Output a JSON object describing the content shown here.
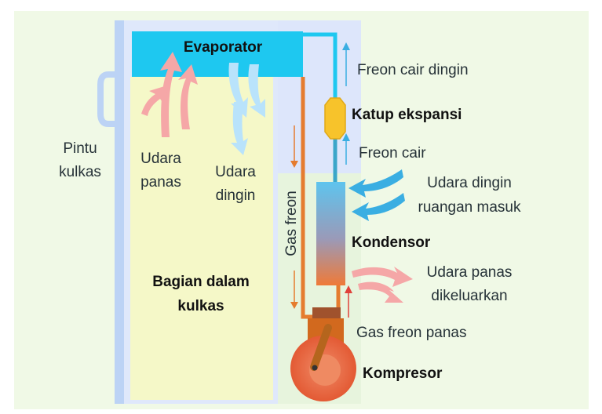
{
  "labels": {
    "evaporator": "Evaporator",
    "freon_cair_dingin": "Freon cair dingin",
    "katup_ekspansi": "Katup ekspansi",
    "freon_cair": "Freon cair",
    "pintu_kulkas_1": "Pintu",
    "pintu_kulkas_2": "kulkas",
    "udara_panas_1": "Udara",
    "udara_panas_2": "panas",
    "udara_dingin_1": "Udara",
    "udara_dingin_2": "dingin",
    "gas_freon": "Gas freon",
    "udara_dingin_ruangan_1": "Udara dingin",
    "udara_dingin_ruangan_2": "ruangan masuk",
    "kondensor": "Kondensor",
    "udara_panas_keluar_1": "Udara panas",
    "udara_panas_keluar_2": "dikeluarkan",
    "bagian_dalam_1": "Bagian dalam",
    "bagian_dalam_2": "kulkas",
    "gas_freon_panas": "Gas freon panas",
    "kompresor": "Kompresor"
  },
  "colors": {
    "background": "#f0f9e6",
    "interior": "#f5f8c8",
    "pipe_zone": "#dde6fb",
    "evaporator": "#1ec8f0",
    "warm_arrow": "#f5a7a7",
    "cool_arrow": "#b9e3fb",
    "blue_arrow": "#3aaee2",
    "condenser_top": "#5ec4ee",
    "condenser_bottom": "#ef7a38",
    "valve": "#f7c32b",
    "compressor": "#e8623a",
    "gas_pipe": "#e57c2f",
    "door": "#bcd3f5"
  }
}
